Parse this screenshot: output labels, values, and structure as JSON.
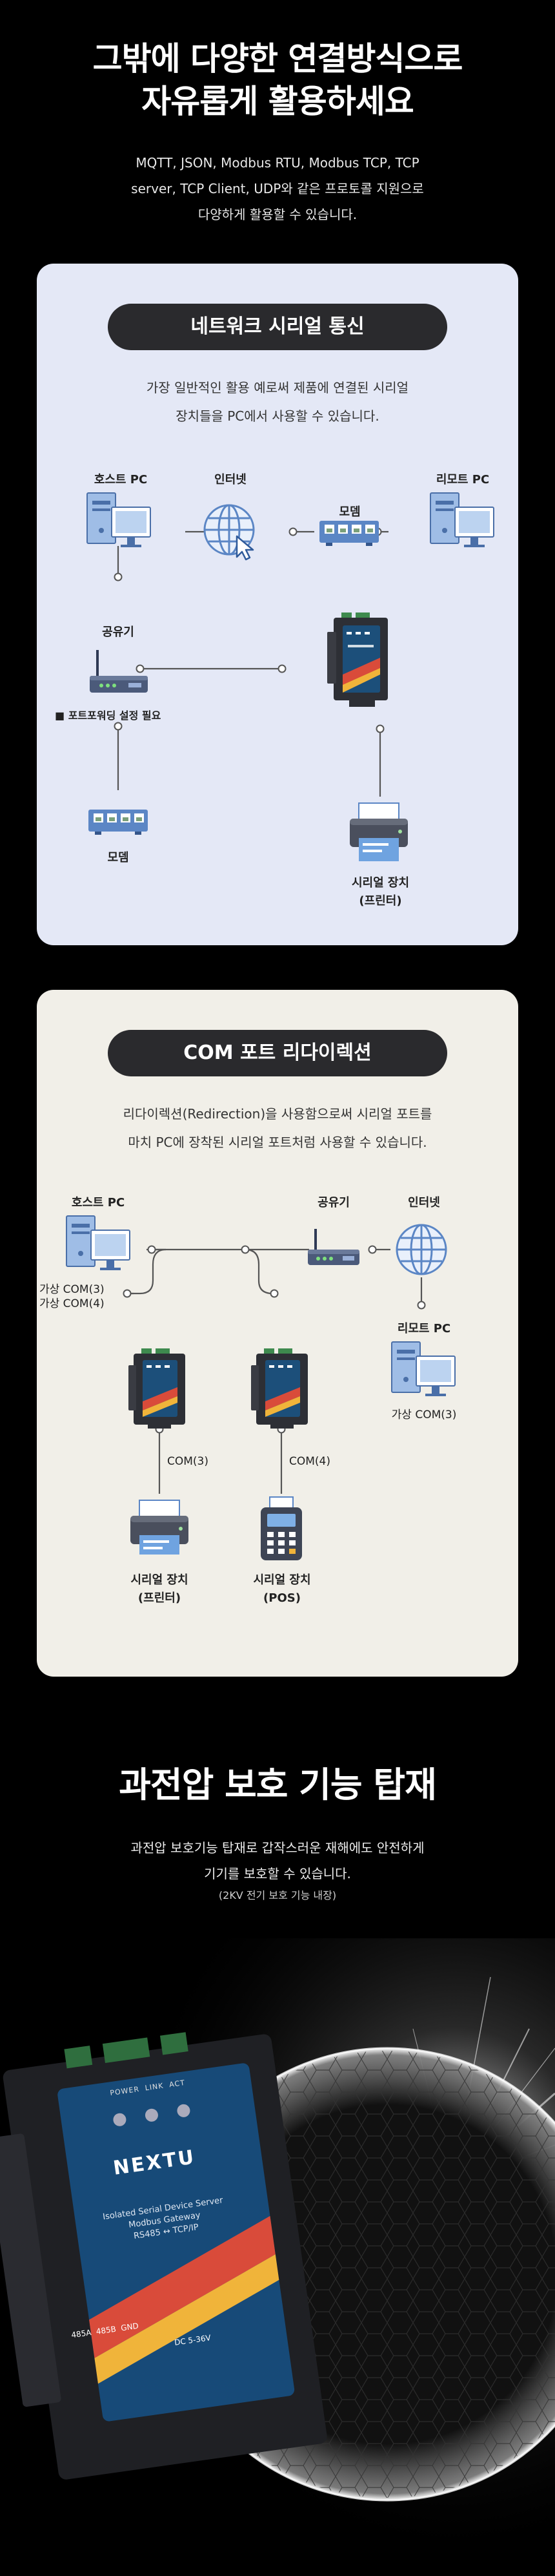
{
  "hero": {
    "title_line1": "그밖에 다양한 연결방식으로",
    "title_line2": "자유롭게 활용하세요",
    "desc_line1": "MQTT, JSON, Modbus RTU, Modbus TCP, TCP",
    "desc_line2": "server, TCP Client, UDP와 같은 프로토콜 지원으로",
    "desc_line3": "다양하게 활용할 수 있습니다."
  },
  "network_section": {
    "title": "네트워크 시리얼 통신",
    "desc_line1": "가장 일반적인 활용 예로써 제품에 연결된 시리얼",
    "desc_line2": "장치들을 PC에서 사용할 수 있습니다.",
    "labels": {
      "host_pc": "호스트 PC",
      "internet": "인터넷",
      "modem_top": "모뎀",
      "remote_pc": "리모트 PC",
      "router": "공유기",
      "port_forwarding": "포트포워딩 설정 필요",
      "modem_bottom": "모뎀",
      "serial_device": "시리얼 장치",
      "serial_device_type": "(프린터)"
    }
  },
  "com_section": {
    "title": "COM 포트 리다이렉션",
    "desc_line1": "리다이렉션(Redirection)을 사용함으로써 시리얼 포트를",
    "desc_line2": "마치 PC에 장착된 시리얼 포트처럼 사용할 수 있습니다.",
    "labels": {
      "host_pc": "호스트 PC",
      "router": "공유기",
      "internet": "인터넷",
      "virtual_com3": "가상 COM(3)",
      "virtual_com4": "가상 COM(4)",
      "remote_pc": "리모트 PC",
      "remote_virtual_com3": "가상 COM(3)",
      "com3": "COM(3)",
      "com4": "COM(4)",
      "serial_printer": "시리얼 장치",
      "serial_printer_type": "(프린터)",
      "serial_pos": "시리얼 장치",
      "serial_pos_type": "(POS)"
    }
  },
  "overvoltage": {
    "title": "과전압 보호 기능 탑재",
    "desc_line1": "과전압 보호기능 탑재로 갑작스러운 재해에도 안전하게",
    "desc_line2": "기기를 보호할 수 있습니다.",
    "note": "(2KV 전기 보호 기능 내장)"
  },
  "device": {
    "brand": "NEXTU",
    "model_line1": "Isolated Serial Device Server",
    "model_line2": "Modbus Gateway",
    "model_line3": "RS485 ↔ TCP/IP",
    "led_labels": [
      "POWER",
      "LINK",
      "ACT"
    ],
    "terminal_labels": [
      "485A",
      "485B",
      "GND"
    ],
    "power_label": "DC 5-36V"
  },
  "colors": {
    "background": "#000000",
    "card_network": "#e4e8f6",
    "card_com": "#f1efe8",
    "pill": "#2a2a2d",
    "icon_blue": "#5b86c5",
    "icon_light_blue": "#aac4e8",
    "line": "#555555"
  }
}
